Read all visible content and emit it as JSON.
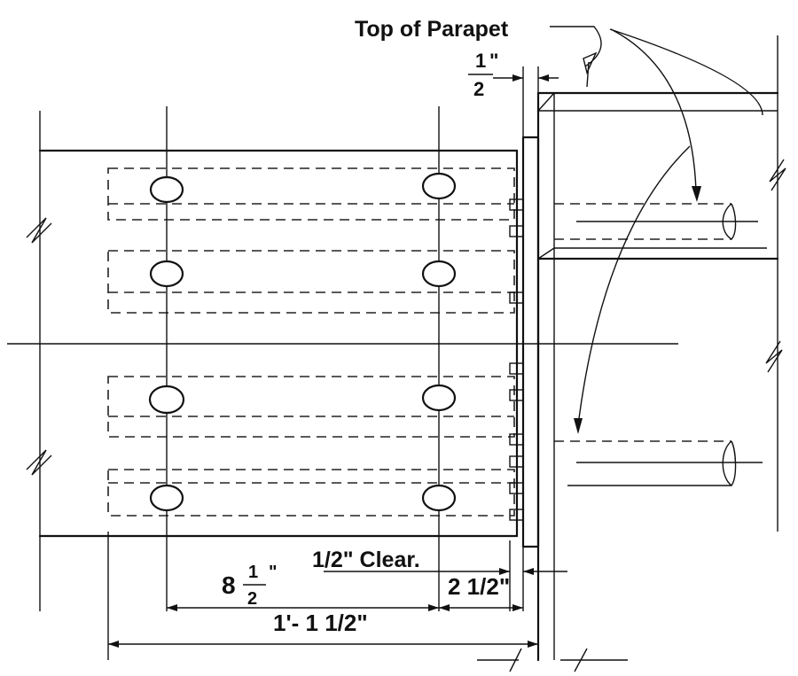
{
  "labels": {
    "top_of_parapet": "Top of Parapet",
    "half_inch_num": "1",
    "half_inch_den": "2",
    "inch_mark": "\"",
    "clear": "1/2\" Clear.",
    "eight_half_whole": "8",
    "eight_half_num": "1",
    "eight_half_den": "2",
    "two_half": "2 1/2\"",
    "one_foot": "1'- 1 1/2\""
  }
}
